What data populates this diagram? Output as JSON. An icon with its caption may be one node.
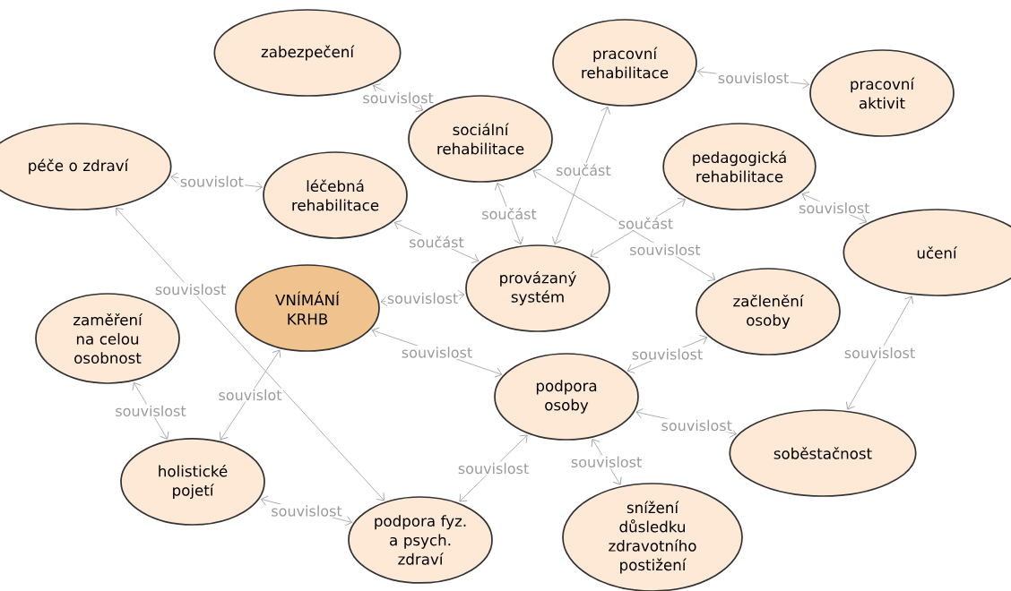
{
  "diagram": {
    "nodes": [
      {
        "text": [
          "zabezpečení"
        ]
      },
      {
        "text": [
          "pracovní rehabilitace"
        ]
      },
      {
        "text": [
          "pracovní aktivit"
        ]
      },
      {
        "text": [
          "sociální rehabilitace"
        ]
      },
      {
        "text": [
          "péče o zdraví"
        ]
      },
      {
        "text": [
          "léčebná rehabilitace"
        ]
      },
      {
        "text": [
          "pedagogická rehabilitace"
        ]
      },
      {
        "text": [
          "učení"
        ]
      },
      {
        "text": [
          "provázaný systém"
        ]
      },
      {
        "text": [
          "VNÍMÁNÍ KRHB"
        ]
      },
      {
        "text": [
          "zaměření na celou osobnost"
        ]
      },
      {
        "text": [
          "začlenění osoby"
        ]
      },
      {
        "text": [
          "podpora osoby"
        ]
      },
      {
        "text": [
          "soběstačnost"
        ]
      },
      {
        "text": [
          "holistické pojetí"
        ]
      },
      {
        "text": [
          "podpora fyz. a psych. zdraví"
        ]
      },
      {
        "text": [
          "snížení důsledku zdravotního postižení"
        ]
      }
    ],
    "edges": [
      {
        "from": 0,
        "to": 3,
        "arrow": "both",
        "label": "souvislost"
      },
      {
        "from": 1,
        "to": 2,
        "arrow": "both",
        "label": "souvislost"
      },
      {
        "from": 4,
        "to": 5,
        "arrow": "both",
        "label": "souvislot"
      },
      {
        "from": 5,
        "to": 8,
        "arrow": "both",
        "label": "součást"
      },
      {
        "from": 3,
        "to": 8,
        "arrow": "both",
        "label": "součást"
      },
      {
        "from": 1,
        "to": 8,
        "arrow": "both",
        "label": "součást"
      },
      {
        "from": 6,
        "to": 8,
        "arrow": "both",
        "label": "součást"
      },
      {
        "from": 3,
        "to": 11,
        "arrow": "both",
        "label": "souvislost"
      },
      {
        "from": 6,
        "to": 7,
        "arrow": "both",
        "label": "souvislost"
      },
      {
        "from": 8,
        "to": 9,
        "arrow": "both",
        "label": "souvislost"
      },
      {
        "from": 4,
        "to": 15,
        "arrow": "both",
        "label": "souvislost"
      },
      {
        "from": 9,
        "to": 12,
        "arrow": "both",
        "label": "souvislost"
      },
      {
        "from": 10,
        "to": 14,
        "arrow": "both",
        "label": "souvislost"
      },
      {
        "from": 14,
        "to": 9,
        "arrow": "both",
        "label": "souvislot"
      },
      {
        "from": 11,
        "to": 12,
        "arrow": "both",
        "label": "souvislost"
      },
      {
        "from": 12,
        "to": 13,
        "arrow": "both",
        "label": "souvislost"
      },
      {
        "from": 7,
        "to": 13,
        "arrow": "both",
        "label": "souvislost"
      },
      {
        "from": 12,
        "to": 15,
        "arrow": "both",
        "label": "souvislost"
      },
      {
        "from": 12,
        "to": 16,
        "arrow": "both",
        "label": "souvislost"
      },
      {
        "from": 14,
        "to": 15,
        "arrow": "both",
        "label": "souvislost"
      }
    ]
  }
}
